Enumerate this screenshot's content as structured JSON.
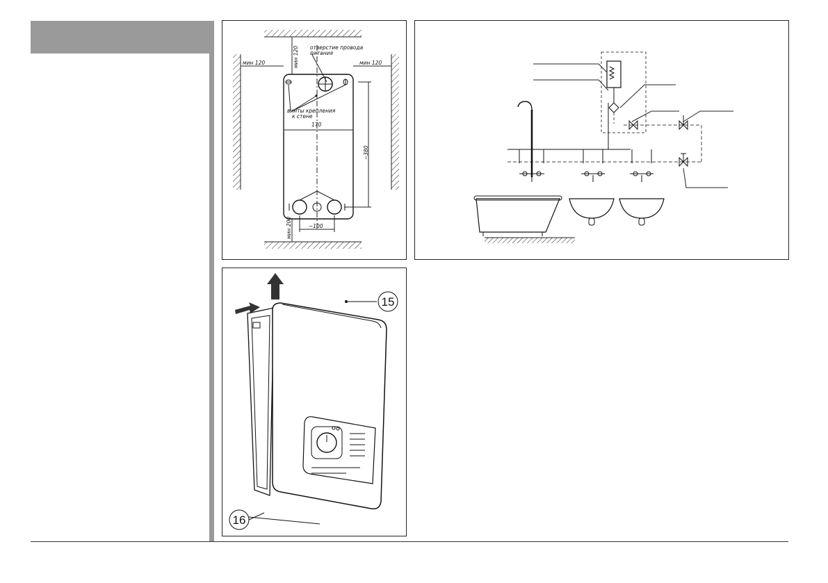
{
  "installation_diagram": {
    "label_wire_hole": "отверстие провода",
    "label_wire_hole_2": "питания",
    "label_screws": "винты крепления",
    "label_screws_2": "к стене",
    "dim_top": "мин 120",
    "dim_left": "мин 120",
    "dim_right": "мин 120",
    "dim_width": "170",
    "dim_height": "~380",
    "dim_pipes": "~100",
    "dim_bottom": "мин 200"
  },
  "cover_removal": {
    "callout_screw": "15",
    "callout_latch": "16"
  }
}
